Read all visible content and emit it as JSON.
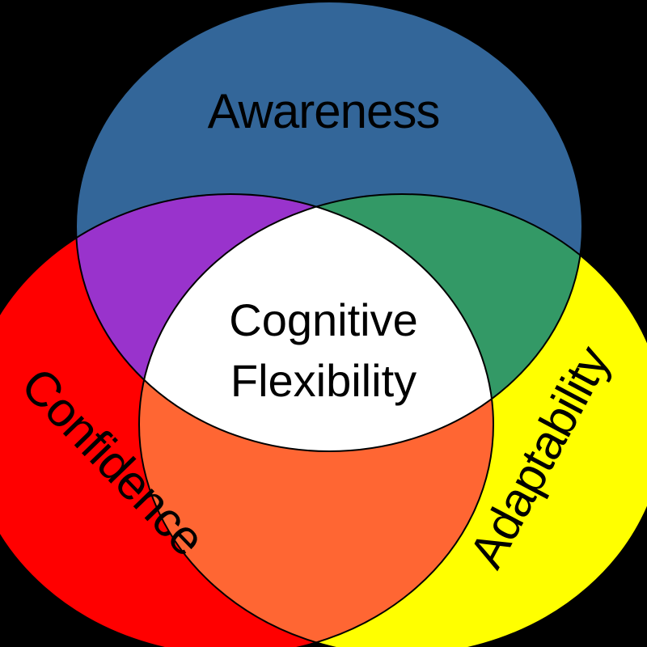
{
  "diagram": {
    "sets": {
      "awareness": {
        "label": "Awareness",
        "color": "#336699"
      },
      "confidence": {
        "label": "Confidence",
        "color": "#ff0000"
      },
      "adaptability": {
        "label": "Adaptability",
        "color": "#ffff00"
      }
    },
    "overlaps": {
      "awareness_confidence": {
        "color": "#9933cc"
      },
      "awareness_adaptability": {
        "color": "#339966"
      },
      "confidence_adaptability": {
        "color": "#ff6633"
      }
    },
    "center": {
      "line1": "Cognitive",
      "line2": "Flexibility",
      "color": "#ffffff"
    }
  }
}
